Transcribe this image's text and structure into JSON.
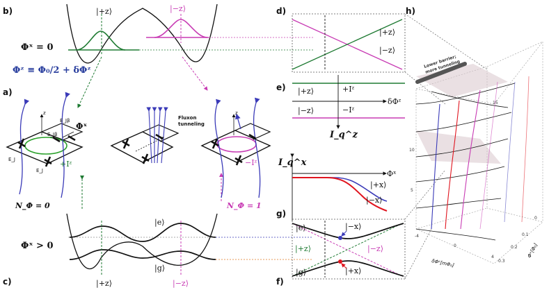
{
  "colors": {
    "green": "#1e7a32",
    "magenta": "#c83cb4",
    "blue": "#3a3ab8",
    "red": "#e0141e",
    "navy": "#2a3f9e",
    "orange": "#e07a20",
    "gray": "#888888"
  },
  "panels": {
    "a": "a)",
    "b": "b)",
    "c": "c)",
    "d": "d)",
    "e": "e)",
    "f": "f)",
    "g": "g)",
    "h": "h)"
  },
  "panel_b": {
    "phi_label": "Φˣ = 0",
    "ket_plus_z": "|+z⟩",
    "ket_minus_z": "|−z⟩"
  },
  "panel_a": {
    "definition": "Φᶻ ≡ Φ₀/2 + δΦᶻ",
    "phi_x": "Φˣ",
    "ej": "E_J",
    "ej_beta": "E_Jβ",
    "plus_iz": "+Iᶻ",
    "minus_iz": "−Iᶻ",
    "z_axis": "z",
    "n_phi_0": "N_Φ = 0",
    "n_phi_1": "N_Φ = 1",
    "fluxon_tunneling_1": "Fluxon",
    "fluxon_tunneling_2": "tunneling"
  },
  "panel_c": {
    "phi_label": "Φˣ > 0",
    "ket_e": "|e⟩",
    "ket_g": "|g⟩",
    "ket_plus_z": "|+z⟩",
    "ket_minus_z": "|−z⟩"
  },
  "panel_d": {
    "ket_plus_z": "|+z⟩",
    "ket_minus_z": "|−z⟩"
  },
  "panel_e": {
    "ket_plus_z": "|+z⟩",
    "ket_minus_z": "|−z⟩",
    "plus_iz": "+Iᶻ",
    "minus_iz": "−Iᶻ",
    "x_axis": "δΦᶻ",
    "y_axis": "I_q^z"
  },
  "panel_g": {
    "y_axis": "I_q^x",
    "x_axis": "Φˣ",
    "ket_plus_x": "|+x⟩",
    "ket_minus_x": "|−x⟩"
  },
  "panel_f": {
    "ket_e": "|e⟩",
    "ket_g": "|g⟩",
    "ket_plus_z": "|+z⟩",
    "ket_minus_z": "|−z⟩",
    "ket_plus_x": "|+x⟩",
    "ket_minus_x": "|−x⟩"
  },
  "panel_h": {
    "annotation_1": "Lower barrier;",
    "annotation_2": "more tunneling",
    "x_axis_label": "δΦᶻ[mΦ₀]",
    "y_axis_label": "Φˣ[Φ₀]",
    "x_ticks": [
      "-4",
      "0",
      "4"
    ],
    "y_ticks": [
      "0",
      "0.1",
      "0.2",
      "0.3"
    ],
    "z_ticks": [
      "5",
      "10",
      "15"
    ]
  }
}
